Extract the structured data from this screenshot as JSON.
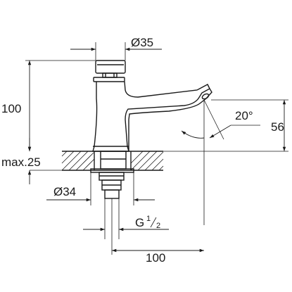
{
  "dimensions": {
    "top_diameter": "Ø35",
    "height": "100",
    "angle": "20°",
    "spout_height": "56",
    "max_thickness": "max.25",
    "bottom_diameter": "Ø34",
    "thread_prefix": "G",
    "thread_num": "1",
    "thread_den": "2",
    "reach": "100"
  }
}
